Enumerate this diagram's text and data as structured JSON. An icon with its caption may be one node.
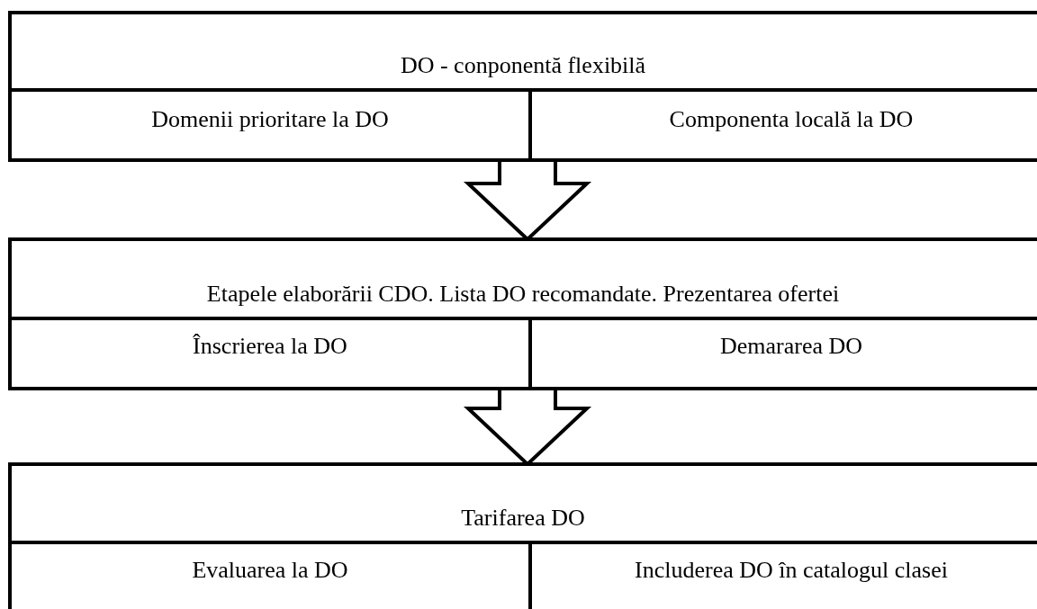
{
  "diagram": {
    "nodes": [
      {
        "text": [
          "DO - conponentă flexibilă"
        ]
      },
      {
        "text": [
          "Domenii prioritare la DO"
        ],
        "in": 0
      },
      {
        "text": [
          "Componenta locală la DO"
        ],
        "in": 0
      },
      {
        "text": [
          "Etapele elaborării CDO. Lista DO recomandate. Prezentarea ofertei"
        ]
      },
      {
        "text": [
          "Înscrierea la DO"
        ],
        "in": 3
      },
      {
        "text": [
          "Demararea DO"
        ],
        "in": 3
      },
      {
        "text": [
          "Tarifarea DO"
        ]
      },
      {
        "text": [
          "Evaluarea la DO"
        ],
        "in": 6
      },
      {
        "text": [
          "Includerea DO în catalogul clasei"
        ],
        "in": 6
      }
    ],
    "edges": [
      {
        "from": 0,
        "to": 3,
        "arrow": "to"
      },
      {
        "from": 3,
        "to": 6,
        "arrow": "to"
      }
    ]
  }
}
